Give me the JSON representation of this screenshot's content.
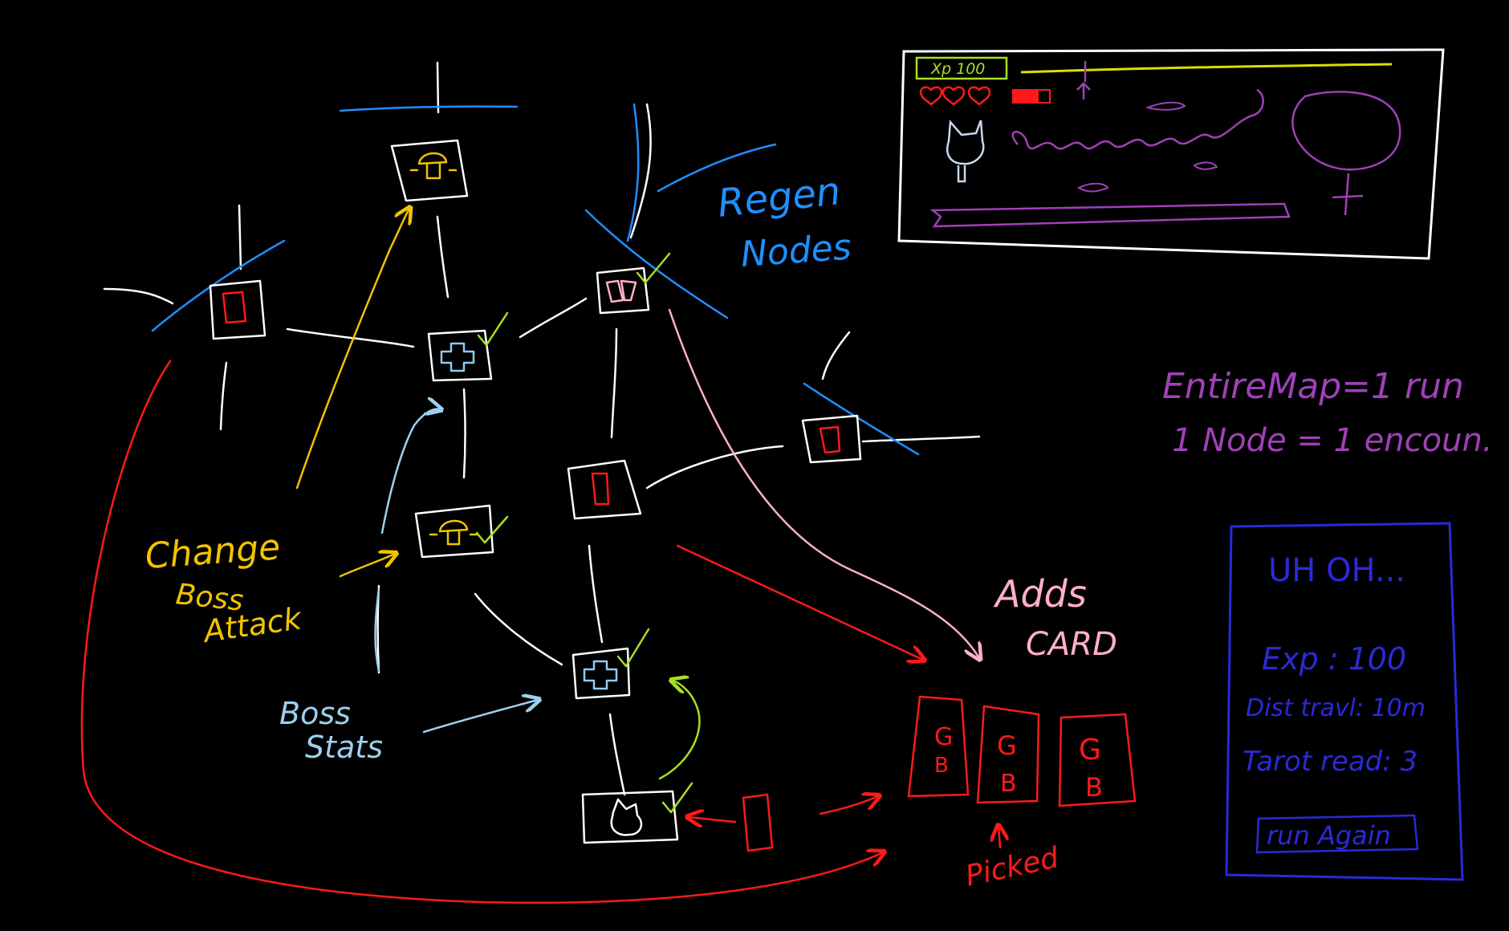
{
  "colors": {
    "background": "#000000",
    "path": "#ffffff",
    "regen": "#1e90ff",
    "battle": "#ff1a1a",
    "heal": "#8ecbf0",
    "boss": "#f2c300",
    "check": "#a8e020",
    "card": "#ffb0c8",
    "annotation_yellow": "#f2c300",
    "annotation_lightblue": "#9cd0ee",
    "annotation_purple": "#a040b8",
    "annotation_pink": "#ffb0c8",
    "panel_blue": "#2a2ad8"
  },
  "annotations": {
    "regen_line1": "Regen",
    "regen_line2": "Nodes",
    "change_line1": "Change",
    "change_line2": "Boss",
    "change_line3": "Attack",
    "boss_stats_line1": "Boss",
    "boss_stats_line2": "Stats",
    "adds_line1": "Adds",
    "adds_line2": "CARD",
    "picked": "Picked",
    "rule_line1": "EntireMap=1 run",
    "rule_line2": "1 Node = 1 encoun."
  },
  "nodes": [
    {
      "id": "boss-top",
      "kind": "boss",
      "icon": "mushroom-icon",
      "checked": false
    },
    {
      "id": "battle-left",
      "kind": "battle",
      "icon": "card-icon",
      "checked": false
    },
    {
      "id": "heal-upper",
      "kind": "heal",
      "icon": "cross-icon",
      "checked": true
    },
    {
      "id": "card-regen",
      "kind": "card",
      "icon": "cards-icon",
      "checked": true
    },
    {
      "id": "boss-mid",
      "kind": "boss",
      "icon": "mushroom-icon",
      "checked": true
    },
    {
      "id": "battle-center",
      "kind": "battle",
      "icon": "card-icon",
      "checked": false
    },
    {
      "id": "battle-right",
      "kind": "battle",
      "icon": "card-icon",
      "checked": false
    },
    {
      "id": "heal-lower",
      "kind": "heal",
      "icon": "cross-icon",
      "checked": true
    },
    {
      "id": "start-cat",
      "kind": "player",
      "icon": "cat-icon",
      "checked": true
    }
  ],
  "cards": [
    {
      "top": "G",
      "bottom": "B"
    },
    {
      "top": "G",
      "bottom": "B"
    },
    {
      "top": "G",
      "bottom": "B"
    }
  ],
  "hud": {
    "xp_label": "Xp 100",
    "hearts": 3
  },
  "gameover": {
    "title": "UH OH...",
    "exp": "Exp : 100",
    "dist": "Dist travl: 10m",
    "tarot": "Tarot read: 3",
    "button": "run Again"
  }
}
